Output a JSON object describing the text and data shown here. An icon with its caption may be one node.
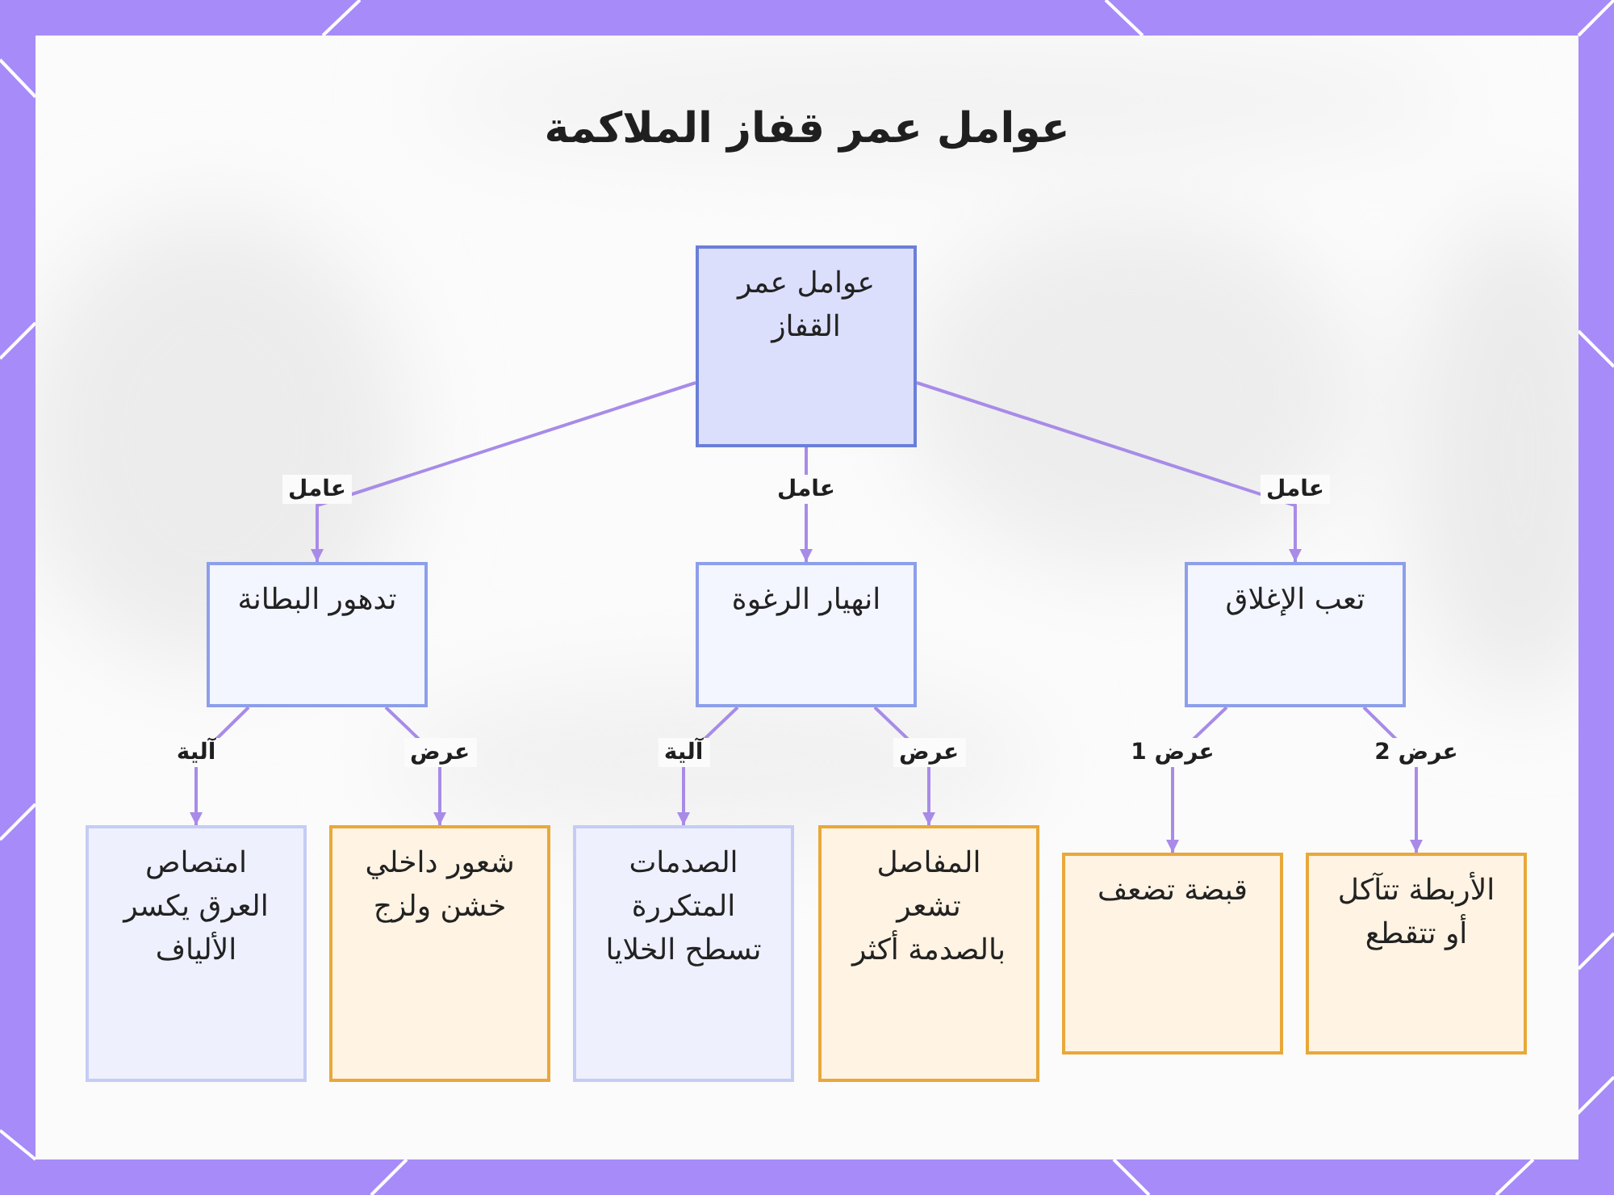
{
  "diagram": {
    "title": "عوامل عمر قفاز الملاكمة",
    "nodes": [
      {
        "text": [
          "عوامل عمر القفاز"
        ]
      },
      {
        "text": [
          "تدهور البطانة"
        ]
      },
      {
        "text": [
          "انهيار الرغوة"
        ]
      },
      {
        "text": [
          "تعب الإغلاق"
        ]
      },
      {
        "text": [
          "امتصاص العرق يكسر الألياف"
        ]
      },
      {
        "text": [
          "شعور داخلي خشن ولزج"
        ]
      },
      {
        "text": [
          "الصدمات المتكررة تسطح الخلايا"
        ]
      },
      {
        "text": [
          "المفاصل تشعر بالصدمة أكثر"
        ]
      },
      {
        "text": [
          "قبضة تضعف"
        ]
      },
      {
        "text": [
          "الأربطة تتآكل أو تتقطع"
        ]
      }
    ],
    "edges": [
      {
        "from": 0,
        "to": 1,
        "arrow": "to",
        "label": "عامل"
      },
      {
        "from": 0,
        "to": 2,
        "arrow": "to",
        "label": "عامل"
      },
      {
        "from": 0,
        "to": 3,
        "arrow": "to",
        "label": "عامل"
      },
      {
        "from": 1,
        "to": 4,
        "arrow": "to",
        "label": "آلية"
      },
      {
        "from": 1,
        "to": 5,
        "arrow": "to",
        "label": "عرض"
      },
      {
        "from": 2,
        "to": 6,
        "arrow": "to",
        "label": "آلية"
      },
      {
        "from": 2,
        "to": 7,
        "arrow": "to",
        "label": "عرض"
      },
      {
        "from": 3,
        "to": 8,
        "arrow": "to",
        "label": "عرض 1"
      },
      {
        "from": 3,
        "to": 9,
        "arrow": "to",
        "label": "عرض 2"
      }
    ]
  }
}
